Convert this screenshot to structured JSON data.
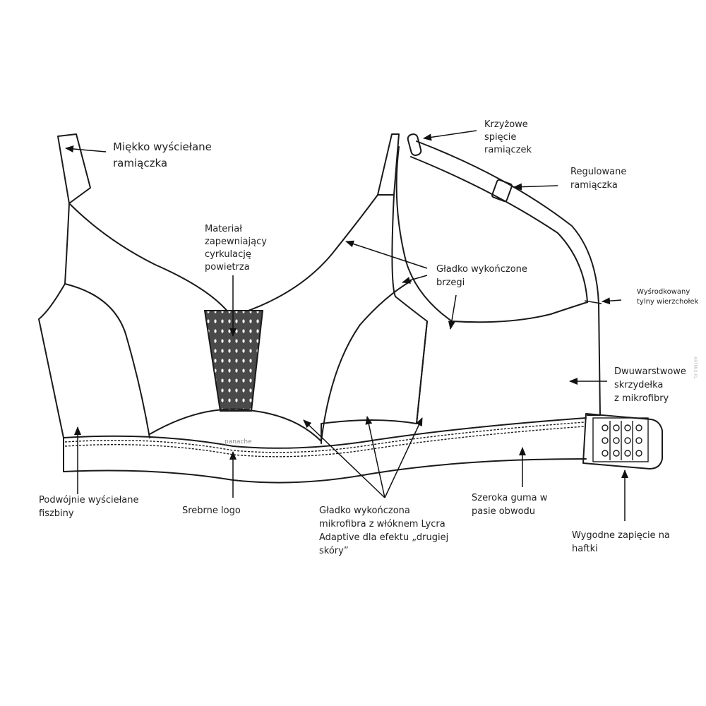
{
  "labels": {
    "straps_padded": [
      "Miękko wyściełane",
      "ramiączka"
    ],
    "breathable_material": [
      "Materiał",
      "zapewniający",
      "cyrkulację",
      "powietrza"
    ],
    "cross_clip": [
      "Krzyżowe",
      "spięcie",
      "ramiączek"
    ],
    "adjustable_straps": [
      "Regulowane",
      "ramiączka"
    ],
    "smooth_edges": [
      "Gładko wykończone",
      "brzegi"
    ],
    "centered_back": [
      "Wyśrodkowany",
      "tylny wierzchołek"
    ],
    "double_wings": [
      "Dwuwarstwowe",
      "skrzydełka",
      "z mikrofibry"
    ],
    "underwire": [
      "Podwójnie wyściełane",
      "fiszbiny"
    ],
    "silver_logo": [
      "Srebrne logo"
    ],
    "microfiber": [
      "Gładko wykończona",
      "mikrofibra  z włóknem Lycra",
      "Adaptive dla efektu „drugiej",
      "skóry”"
    ],
    "wide_band": [
      "Szeroka guma w",
      "pasie obwodu"
    ],
    "hook_closure": [
      "Wygodne zapięcie na",
      "haftki"
    ]
  },
  "garment_logo": "panache",
  "watermark": "ARTMIX.PL",
  "colors": {
    "outline": "#1a1a1a",
    "mesh": "#4a4a4a",
    "mesh_dots": "#ffffff",
    "text": "#222222"
  }
}
